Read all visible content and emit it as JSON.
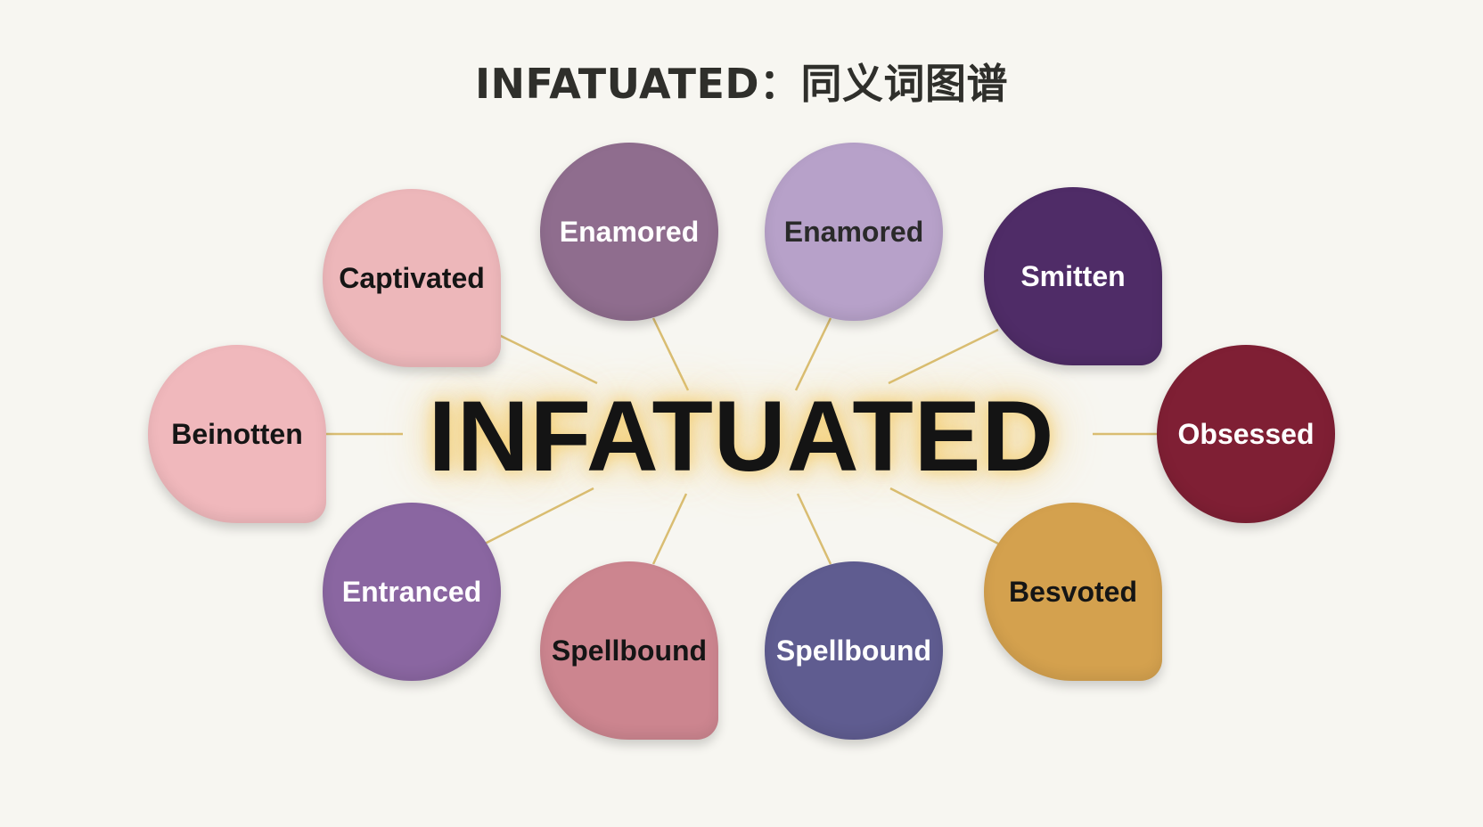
{
  "title": "INFATUATED：同义词图谱",
  "center": {
    "word": "INFATUATED",
    "glow_color": "#f4cd70",
    "text_color": "#141414"
  },
  "connector_color": "#d9bd72",
  "background_color": "#f7f6f1",
  "synonyms": [
    {
      "label": "Captivated",
      "fill": "#edb7ba",
      "text_color": "#151515",
      "shape": "speech-bubble"
    },
    {
      "label": "Enamored",
      "fill": "#8f6d8e",
      "text_color": "#ffffff",
      "shape": "circle"
    },
    {
      "label": "Enamored",
      "fill": "#b7a1c9",
      "text_color": "#2a2a2a",
      "shape": "circle"
    },
    {
      "label": "Smitten",
      "fill": "#4f2c67",
      "text_color": "#ffffff",
      "shape": "speech-bubble"
    },
    {
      "label": "Beinotten",
      "fill": "#f0b8bc",
      "text_color": "#151515",
      "shape": "speech-bubble"
    },
    {
      "label": "Obsessed",
      "fill": "#7f1f34",
      "text_color": "#ffffff",
      "shape": "circle"
    },
    {
      "label": "Entranced",
      "fill": "#8a66a1",
      "text_color": "#ffffff",
      "shape": "circle"
    },
    {
      "label": "Spellbound",
      "fill": "#cc858f",
      "text_color": "#151515",
      "shape": "speech-bubble"
    },
    {
      "label": "Spellbound",
      "fill": "#5f5c90",
      "text_color": "#ffffff",
      "shape": "circle"
    },
    {
      "label": "Besvoted",
      "fill": "#d4a14e",
      "text_color": "#151515",
      "shape": "speech-bubble"
    }
  ]
}
